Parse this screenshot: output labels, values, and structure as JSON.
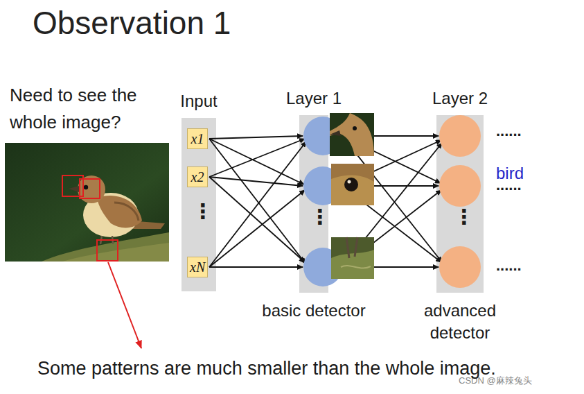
{
  "diagram": {
    "title": "Observation 1",
    "caption": "Some patterns are much smaller than the whole image.",
    "nodes": [
      {
        "text": [
          "Input"
        ]
      },
      {
        "text": [
          "x1"
        ],
        "in": 0
      },
      {
        "text": [
          "x2"
        ],
        "in": 0
      },
      {
        "text": [
          "xN"
        ],
        "in": 0
      },
      {
        "text": [
          "Layer 1",
          "basic detector"
        ]
      },
      {
        "text": [
          "Layer 2",
          "advanced detector"
        ]
      }
    ],
    "labels": [
      "Need to see the whole image?",
      "⋮",
      "⋮",
      "⋮",
      "......",
      "bird",
      "......",
      "......",
      "CSDN @麻辣兔头"
    ]
  }
}
